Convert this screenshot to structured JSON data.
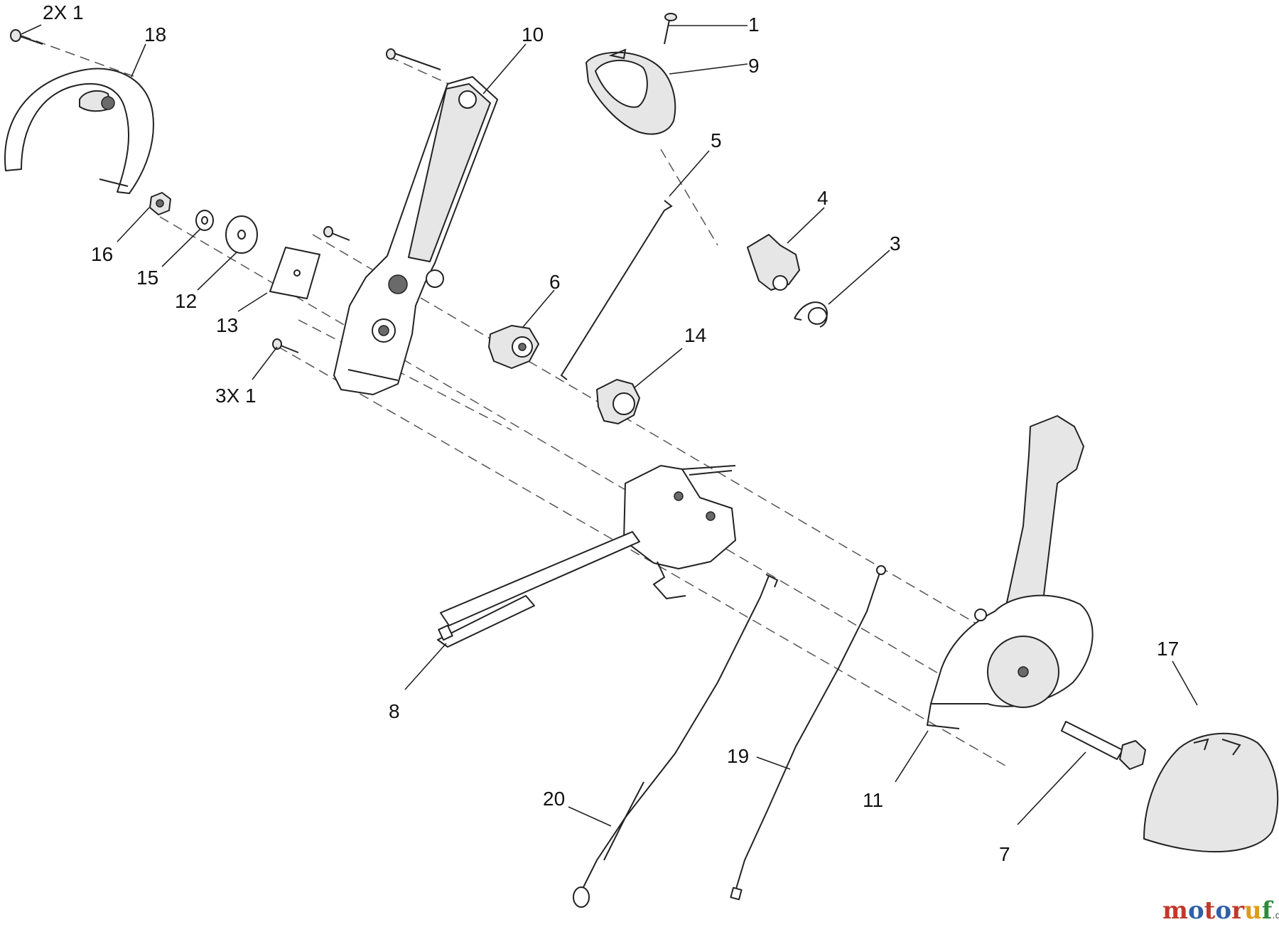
{
  "callouts": [
    {
      "key": "c_2x1",
      "text": "2X 1"
    },
    {
      "key": "c_18",
      "text": "18"
    },
    {
      "key": "c_10",
      "text": "10"
    },
    {
      "key": "c_1",
      "text": "1"
    },
    {
      "key": "c_9",
      "text": "9"
    },
    {
      "key": "c_5",
      "text": "5"
    },
    {
      "key": "c_4",
      "text": "4"
    },
    {
      "key": "c_3",
      "text": "3"
    },
    {
      "key": "c_6",
      "text": "6"
    },
    {
      "key": "c_14",
      "text": "14"
    },
    {
      "key": "c_16",
      "text": "16"
    },
    {
      "key": "c_15",
      "text": "15"
    },
    {
      "key": "c_12",
      "text": "12"
    },
    {
      "key": "c_13",
      "text": "13"
    },
    {
      "key": "c_3x1",
      "text": "3X 1"
    },
    {
      "key": "c_8",
      "text": "8"
    },
    {
      "key": "c_20",
      "text": "20"
    },
    {
      "key": "c_19",
      "text": "19"
    },
    {
      "key": "c_11",
      "text": "11"
    },
    {
      "key": "c_7",
      "text": "7"
    },
    {
      "key": "c_17",
      "text": "17"
    }
  ],
  "watermark": {
    "segments": [
      {
        "text": "m",
        "color": "#c0392b"
      },
      {
        "text": "o",
        "color": "#2e5fa8"
      },
      {
        "text": "t",
        "color": "#c0392b"
      },
      {
        "text": "o",
        "color": "#2e5fa8"
      },
      {
        "text": "r",
        "color": "#c0392b"
      },
      {
        "text": "u",
        "color": "#e09a1c"
      },
      {
        "text": "f",
        "color": "#2e8b3a"
      }
    ],
    "suffix": ".de",
    "suffix_color": "#555555"
  }
}
